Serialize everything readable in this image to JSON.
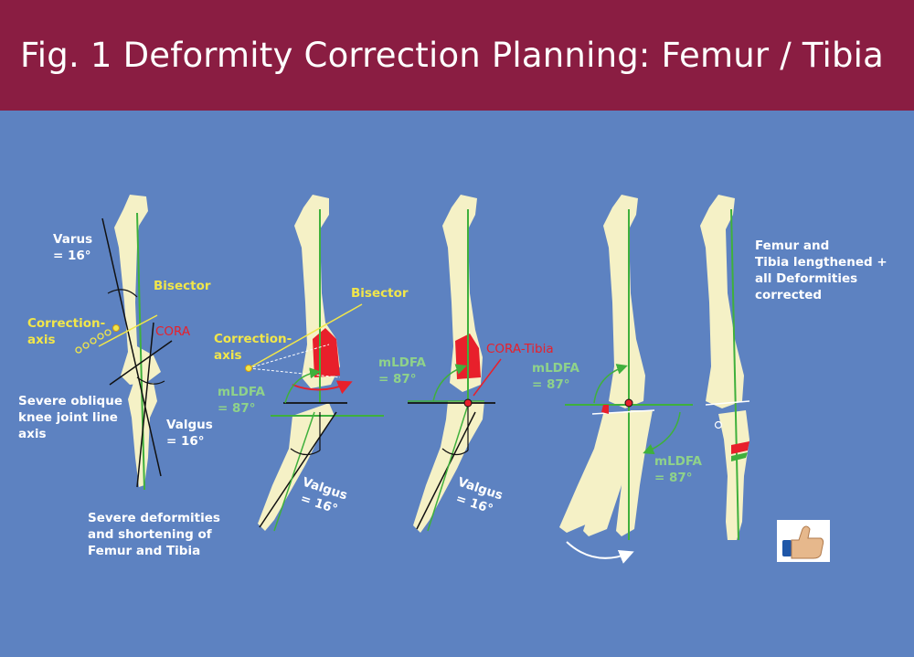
{
  "figure": {
    "title": "Fig. 1 Deformity Correction Planning: Femur / Tibia"
  },
  "colors": {
    "header_bg": "#8a1d42",
    "panel_bg": "#5d82c1",
    "bone": "#f5f1c6",
    "mechanical_axis": "#3fb03c",
    "osteotomy_wedge": "#e8202b",
    "bisector": "#f1e64a"
  },
  "panel1": {
    "varus_line1": "Varus",
    "varus_line2": "= 16°",
    "bisector": "Bisector",
    "correction_axis_line1": "Correction-",
    "correction_axis_line2": "axis",
    "cora": "CORA",
    "knee_line1": "Severe oblique",
    "knee_line2": "knee joint line",
    "knee_line3": "axis",
    "valgus_line1": "Valgus",
    "valgus_line2": "= 16°",
    "severe_line1": "Severe deformities",
    "severe_line2": "and shortening of",
    "severe_line3": "Femur and Tibia"
  },
  "panel2": {
    "bisector": "Bisector",
    "correction_axis_line1": "Correction-",
    "correction_axis_line2": "axis",
    "mldfa_line1": "mLDFA",
    "mldfa_line2": "= 87°",
    "valgus_line1": "Valgus",
    "valgus_line2": "= 16°"
  },
  "panel3": {
    "mldfa_line1": "mLDFA",
    "mldfa_line2": "= 87°",
    "cora_tibia": "CORA-Tibia",
    "valgus_line1": "Valgus",
    "valgus_line2": "= 16°"
  },
  "panel4": {
    "mldfa_upper_line1": "mLDFA",
    "mldfa_upper_line2": "= 87°",
    "mldfa_lower_line1": "mLDFA",
    "mldfa_lower_line2": "= 87°"
  },
  "panel5": {
    "result_line1": "Femur and",
    "result_line2": "Tibia lengthened +",
    "result_line3": "all Deformities",
    "result_line4": "corrected",
    "approval_icon": "thumbs-up-icon"
  }
}
